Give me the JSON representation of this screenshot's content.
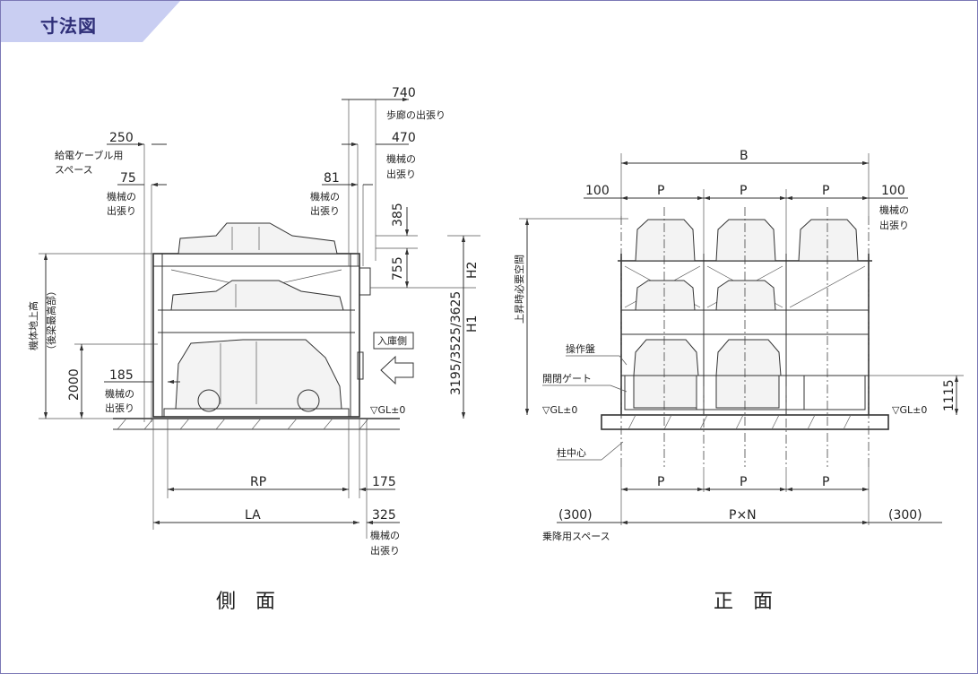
{
  "header": {
    "title": "寸法図",
    "accent": "#c9cef2",
    "text_color": "#2f2f78"
  },
  "side_view": {
    "title": "側　面",
    "dims": {
      "d740": "740",
      "d470": "470",
      "d250": "250",
      "d75": "75",
      "d81": "81",
      "d385": "385",
      "d755": "755",
      "d_h": "3195/3525/3625",
      "h1": "H1",
      "h2": "H2",
      "d2000": "2000",
      "d185": "185",
      "rp": "RP",
      "d175": "175",
      "la": "LA",
      "d325": "325"
    },
    "labels": {
      "walkway": "歩廊の出張り",
      "machine_470": [
        "機械の",
        "出張り"
      ],
      "cable": [
        "給電ケーブル用",
        "スペース"
      ],
      "machine_75": [
        "機械の",
        "出張り"
      ],
      "machine_81": [
        "機械の",
        "出張り"
      ],
      "height_label": [
        "機体地上高",
        "（後梁最高部）"
      ],
      "machine_185": [
        "機械の",
        "出張り"
      ],
      "machine_325": [
        "機械の",
        "出張り"
      ],
      "entry_side": "入庫側",
      "gl": "▽GL±0"
    }
  },
  "front_view": {
    "title": "正　面",
    "dims": {
      "b": "B",
      "p": "P",
      "d100_left": "100",
      "d100_right": "100",
      "pxn": "P×N",
      "d300_left": "(300)",
      "d300_right": "(300)",
      "d1115": "1115"
    },
    "labels": {
      "machine_right": [
        "機械の",
        "出張り"
      ],
      "lift_space": "上昇時必要空間",
      "panel": "操作盤",
      "gate": "開閉ゲート",
      "gl_left": "▽GL±0",
      "gl_right": "▽GL±0",
      "column_center": "柱中心",
      "boarding_space": "乗降用スペース"
    }
  }
}
